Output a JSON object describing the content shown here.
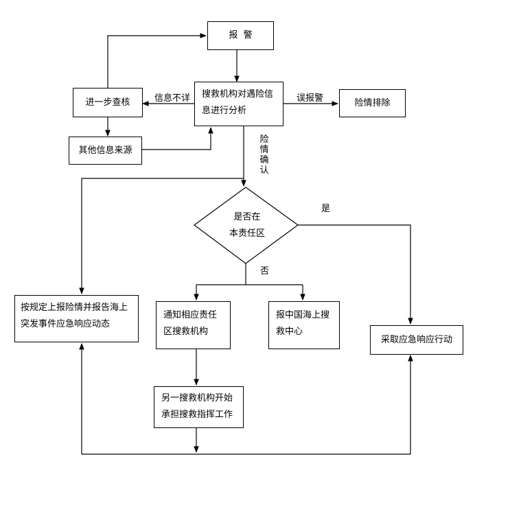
{
  "nodes": {
    "alarm": "报  警",
    "analyze_line1": "搜救机构对遇险信",
    "analyze_line2": "息进行分析",
    "verify": "进一步查核",
    "other_sources": "其他信息来源",
    "danger_cleared": "险情排除",
    "decision_line1": "是否在",
    "decision_line2": "本责任区",
    "report_line1": "按规定上报险情并报告海上",
    "report_line2": "突发事件应急响应动态",
    "notify_line1": "通知相应责任",
    "notify_line2": "区搜救机构",
    "china_center_line1": "报中国海上搜",
    "china_center_line2": "救中心",
    "emergency_action": "采取应急响应行动",
    "other_org_line1": "另一搜救机构开始",
    "other_org_line2": "承担搜救指挥工作"
  },
  "edge_labels": {
    "info_unclear": "信息不详",
    "false_alarm": "误报警",
    "danger_confirmed": [
      "险",
      "情",
      "确",
      "认"
    ],
    "yes": "是",
    "no": "否"
  }
}
